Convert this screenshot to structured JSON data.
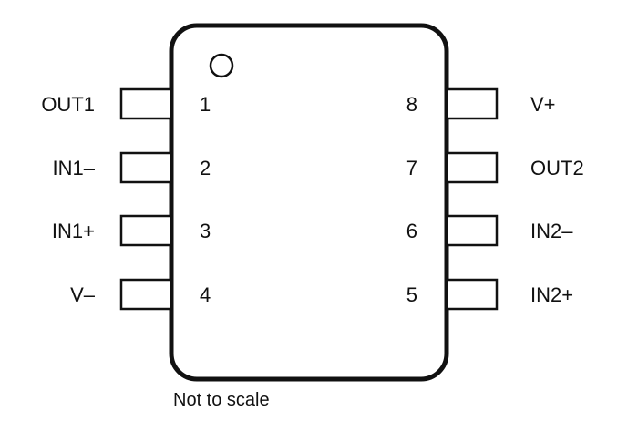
{
  "diagram": {
    "caption": "Not to scale",
    "pins": [
      {
        "number": "1",
        "label": "OUT1"
      },
      {
        "number": "2",
        "label": "IN1–"
      },
      {
        "number": "3",
        "label": "IN1+"
      },
      {
        "number": "4",
        "label": "V–"
      },
      {
        "number": "5",
        "label": "IN2+"
      },
      {
        "number": "6",
        "label": "IN2–"
      },
      {
        "number": "7",
        "label": "OUT2"
      },
      {
        "number": "8",
        "label": "V+"
      }
    ]
  },
  "colors": {
    "stroke": "#111111",
    "background": "#ffffff"
  }
}
